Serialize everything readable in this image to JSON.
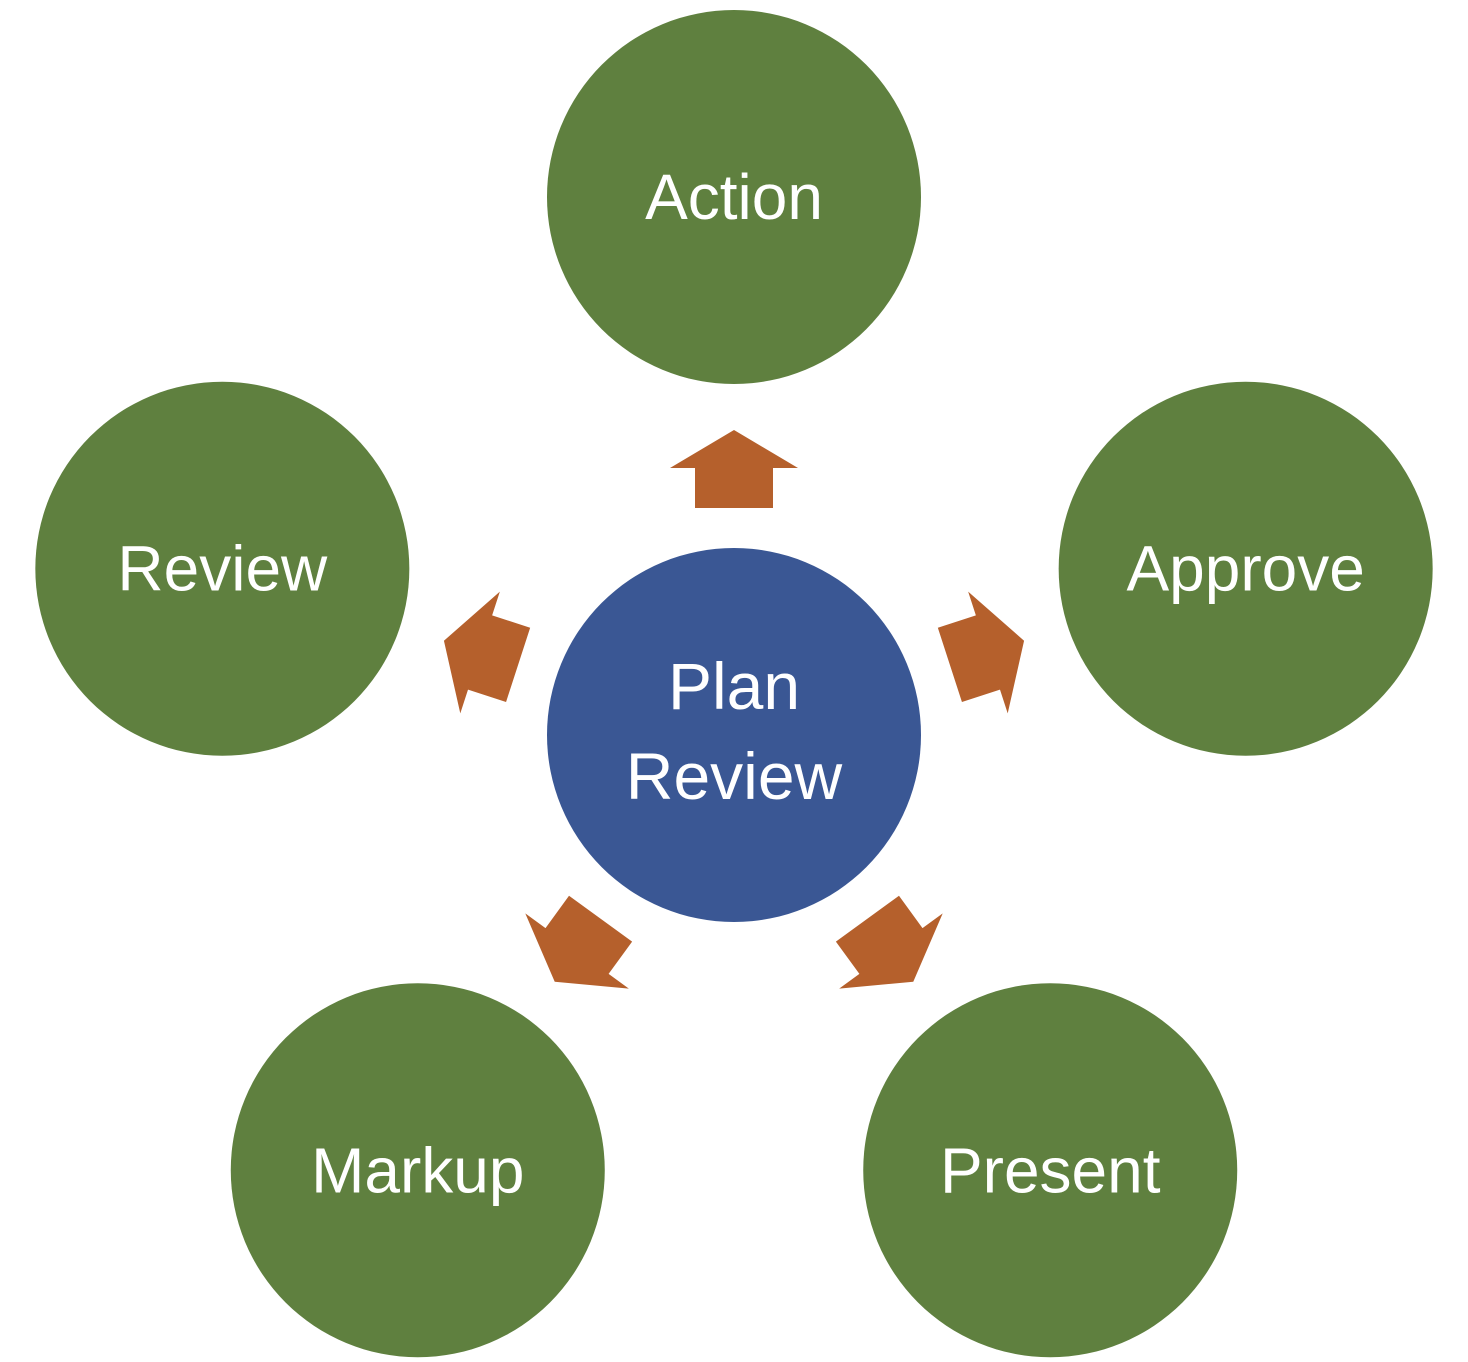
{
  "diagram": {
    "type": "radial-cycle",
    "center": {
      "label_lines": [
        "Plan",
        "Review"
      ],
      "color": "#3A5794"
    },
    "nodes": [
      {
        "label": "Action",
        "color": "#5F803F"
      },
      {
        "label": "Approve",
        "color": "#5F803F"
      },
      {
        "label": "Present",
        "color": "#5F803F"
      },
      {
        "label": "Markup",
        "color": "#5F803F"
      },
      {
        "label": "Review",
        "color": "#5F803F"
      }
    ],
    "arrow_color": "#B5602C",
    "arrows": [
      {
        "from": "Plan Review",
        "to": "Action"
      },
      {
        "from": "Plan Review",
        "to": "Approve"
      },
      {
        "from": "Plan Review",
        "to": "Present"
      },
      {
        "from": "Plan Review",
        "to": "Markup"
      },
      {
        "from": "Plan Review",
        "to": "Review"
      }
    ]
  }
}
